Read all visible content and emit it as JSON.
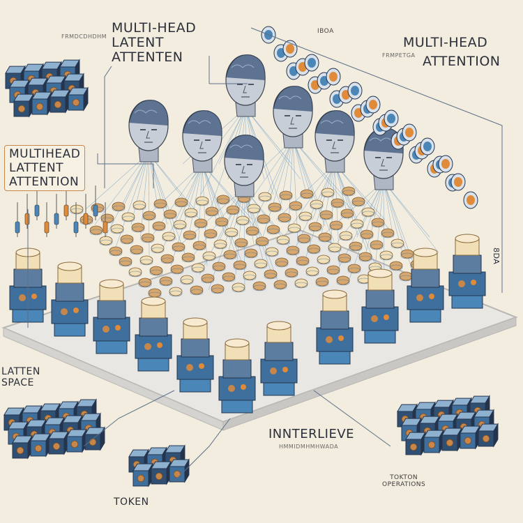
{
  "labels": {
    "title_top_left_1": "MULTI-HEAD",
    "title_top_left_2": "LATENT",
    "title_top_left_3": "ATTENTEN",
    "title_top_right_1": "MULTI-HEAD",
    "title_top_right_2": "ATTENTION",
    "title_left_1": "MULTIHEAD",
    "title_left_2": "LATTENT",
    "title_left_3": "ATTENTION",
    "latent_space_1": "LATTEN",
    "latent_space_2": "SPACE",
    "token": "TOKEN",
    "interleave": "INNTERLIEVE",
    "interleave_sub": "HMMIDMHMHWADA",
    "token_ops_1": "TOKTON",
    "token_ops_2": "OPERATIONS",
    "scale_right": "8DA",
    "top_scale": "IBOA",
    "small_top_left": "FRMDCDHDHM",
    "small_top_right": "FRMPETGA"
  },
  "colors": {
    "background": "#f3ede0",
    "platform": "#e7e5e1",
    "cube_blue": "#3f6f9c",
    "cube_dark": "#24344d",
    "copper": "#c8874a",
    "cream": "#f0dfb7",
    "head_gray": "#aeb7c3",
    "wire_blue": "#4a86b8",
    "accent_orange": "#e08b3a"
  }
}
